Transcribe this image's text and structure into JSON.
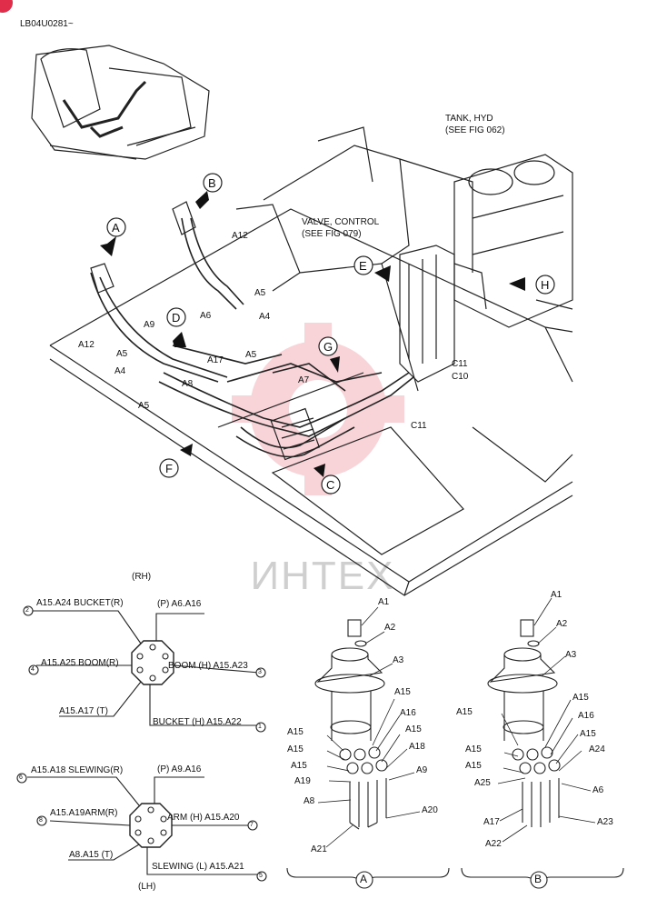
{
  "doc_code": "LB04U0281~",
  "labels": {
    "tank": "TANK, HYD",
    "tank_ref": "(SEE FIG 062)",
    "valve": "VALVE, CONTROL",
    "valve_ref": "(SEE FIG 079)"
  },
  "view_markers": [
    "A",
    "B",
    "C",
    "D",
    "E",
    "F",
    "G",
    "H"
  ],
  "hose_labels": [
    "A12",
    "A12",
    "A9",
    "A5",
    "A5",
    "A5",
    "A5",
    "A4",
    "A4",
    "A8",
    "A6",
    "A17",
    "A7",
    "C11",
    "C10",
    "C11"
  ],
  "watermark": "ИНТЕХ",
  "rh": {
    "title": "(RH)",
    "items": [
      {
        "num": "2",
        "text": "A15.A24 BUCKET(R)"
      },
      {
        "num": "",
        "text": "(P) A6.A16"
      },
      {
        "num": "4",
        "text": "A15.A25 BOOM(R)"
      },
      {
        "num": "3",
        "text": "BOOM (H) A15.A23"
      },
      {
        "num": "",
        "text": "A15.A17 (T)"
      },
      {
        "num": "1",
        "text": "BUCKET (H) A15.A22"
      }
    ]
  },
  "lh": {
    "title": "(LH)",
    "items": [
      {
        "num": "6",
        "text": "A15.A18 SLEWING(R)"
      },
      {
        "num": "",
        "text": "(P) A9.A16"
      },
      {
        "num": "8",
        "text": "A15.A19ARM(R)"
      },
      {
        "num": "7",
        "text": "ARM (H) A15.A20"
      },
      {
        "num": "",
        "text": "A8.A15  (T)"
      },
      {
        "num": "5",
        "text": "SLEWING (L) A15.A21"
      }
    ]
  },
  "detail_a": {
    "marker": "A",
    "parts": [
      "A1",
      "A2",
      "A3",
      "A15",
      "A16",
      "A15",
      "A15",
      "A18",
      "A15",
      "A9",
      "A19",
      "A8",
      "A20",
      "A21",
      "A15"
    ]
  },
  "detail_b": {
    "marker": "B",
    "parts": [
      "A1",
      "A2",
      "A3",
      "A15",
      "A15",
      "A16",
      "A15",
      "A24",
      "A15",
      "A25",
      "A6",
      "A17",
      "A23",
      "A22",
      "A15"
    ]
  }
}
